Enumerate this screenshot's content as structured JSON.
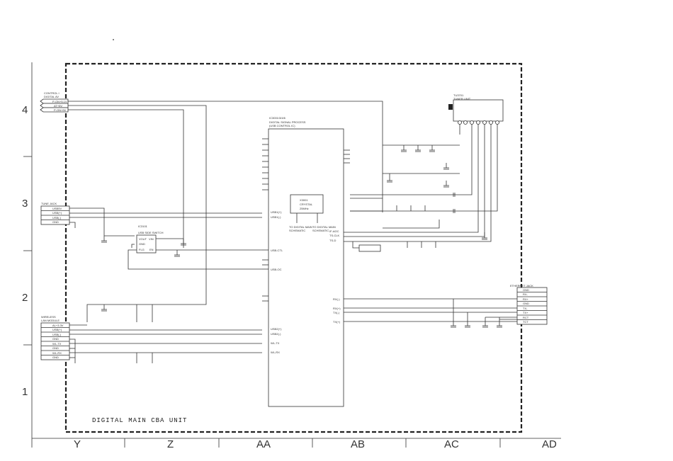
{
  "unit_title": "DIGITAL MAIN CBA UNIT",
  "grid": {
    "rows": [
      "4",
      "3",
      "2",
      "1"
    ],
    "cols": [
      "Y",
      "Z",
      "AA",
      "AB",
      "AC",
      "AD"
    ]
  },
  "connectors": {
    "top_left": {
      "ref": "CONTROL I",
      "sub": "DIGITAL AV",
      "pins": [
        "P-ON+5.1V",
        "AT+5V",
        "P-ON+9V"
      ]
    },
    "tuner_jack": {
      "ref": "TUNE JACK",
      "pins": [
        "USB5V",
        "USB(+)",
        "USB(-)",
        "GND"
      ]
    },
    "wireless": {
      "ref": "WIRELESS",
      "sub": "LAN MODULE",
      "pins": [
        "AL+3.3V",
        "USB(+)",
        "USB(-)",
        "GND",
        "WL-TX",
        "GND",
        "WL-RX",
        "GND"
      ]
    },
    "ethernet": {
      "ref": "ETHERNET JACK",
      "pins": [
        "GND",
        "RX-",
        "RX+",
        "GND",
        "TX-",
        "TX+",
        "RCT",
        "TCT"
      ]
    }
  },
  "ic_main": {
    "ref": "IC3001/3/4/6",
    "desc": "DIGITAL SIGNAL PROCESS",
    "desc2": "(USB CONTROL IC)"
  },
  "ic_switch": {
    "ref": "IC3101",
    "desc": "USB SIDE SWITCH",
    "pins": [
      "VOUT",
      "VIN",
      "GND",
      "FLG",
      "EN"
    ]
  },
  "crystal": {
    "ref": "X3001",
    "desc": "CRYSTAL",
    "desc2": "25MHz"
  },
  "tuner_unit": {
    "ref": "TU3701",
    "desc": "TUNER UNIT"
  },
  "pin_labels": {
    "usb1": [
      "USB1(+)",
      "USB1(-)"
    ],
    "usb_ctl": "USB-CTL",
    "usb_oc": "USB-OC",
    "usb2": [
      "USB2(+)",
      "USB2(-)"
    ],
    "wl": [
      "WL-TX",
      "WL-RX"
    ],
    "eth": [
      "RX(-)",
      "RX(+)",
      "TX(-)",
      "TX(+)"
    ],
    "tuner_if": [
      "IF-AGC",
      "TS-CLK",
      "TS-D"
    ]
  },
  "notes": [
    "TO DIGITAL MAIN",
    "SCHEMATIC"
  ]
}
